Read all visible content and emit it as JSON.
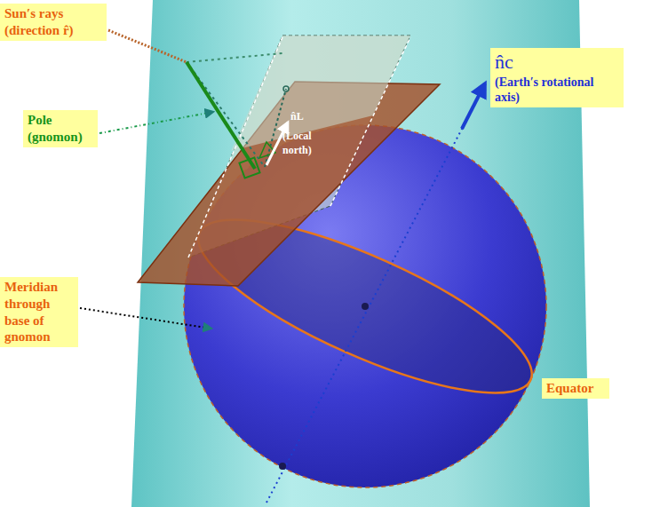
{
  "diagram": {
    "nodes": [
      {
        "text": [
          "Sun′s rays (direction r̂)"
        ]
      },
      {
        "text": [
          "Pole (gnomon)"
        ]
      },
      {
        "text": [
          "n̂c",
          "(Earth′s rotational axis)"
        ]
      },
      {
        "text": [
          "Meridian through base of gnomon"
        ]
      },
      {
        "text": [
          "Equator"
        ]
      }
    ],
    "labels": [
      "n̂L",
      "(Local north)"
    ]
  }
}
